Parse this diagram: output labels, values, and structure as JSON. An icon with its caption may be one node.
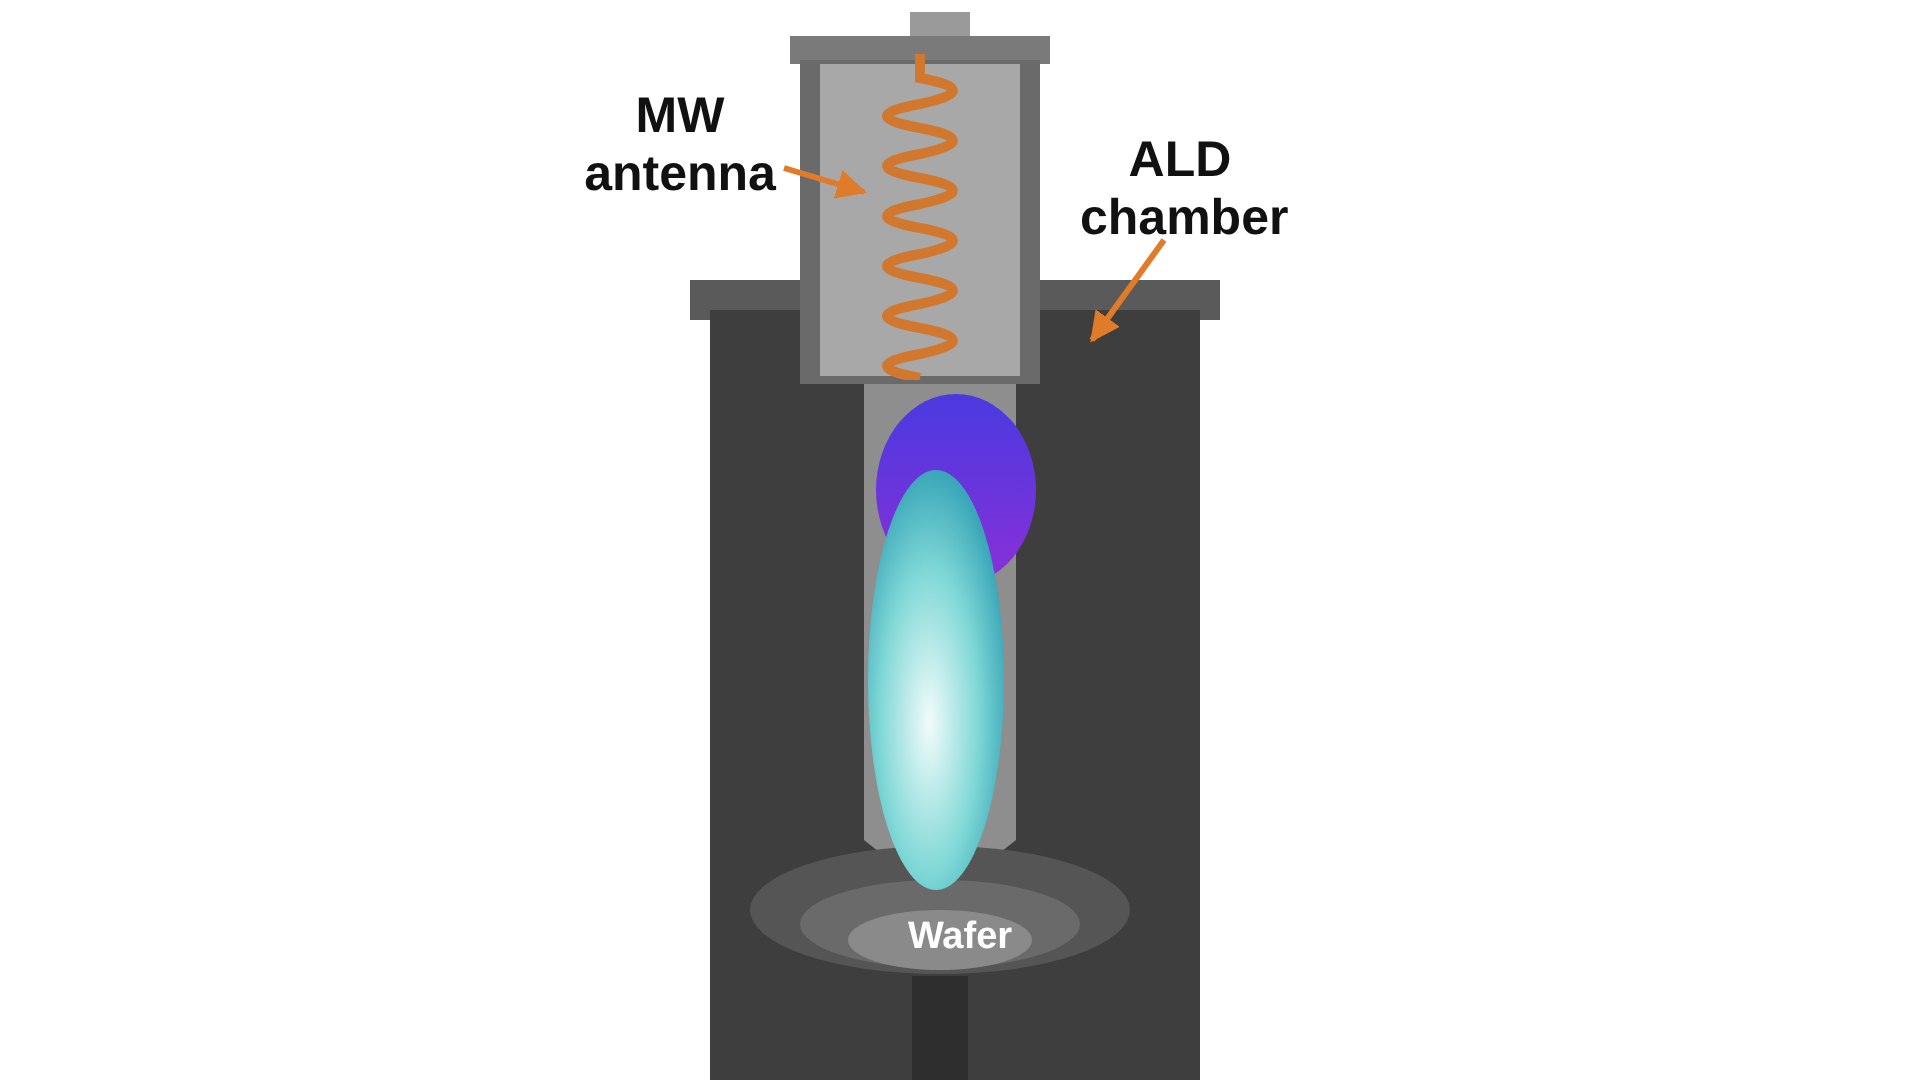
{
  "diagram": {
    "nodes": [
      {
        "text": [
          "MW antenna"
        ]
      },
      {
        "text": [],
        "shape": "picture"
      },
      {
        "text": [
          "ALD chamber"
        ]
      },
      {
        "text": [],
        "shape": "picture"
      }
    ],
    "edges": [
      {
        "from": 0,
        "to": 1,
        "arrow": "to"
      },
      {
        "from": 2,
        "to": 3,
        "arrow": "to"
      }
    ],
    "labels": [
      "Wafer"
    ]
  }
}
